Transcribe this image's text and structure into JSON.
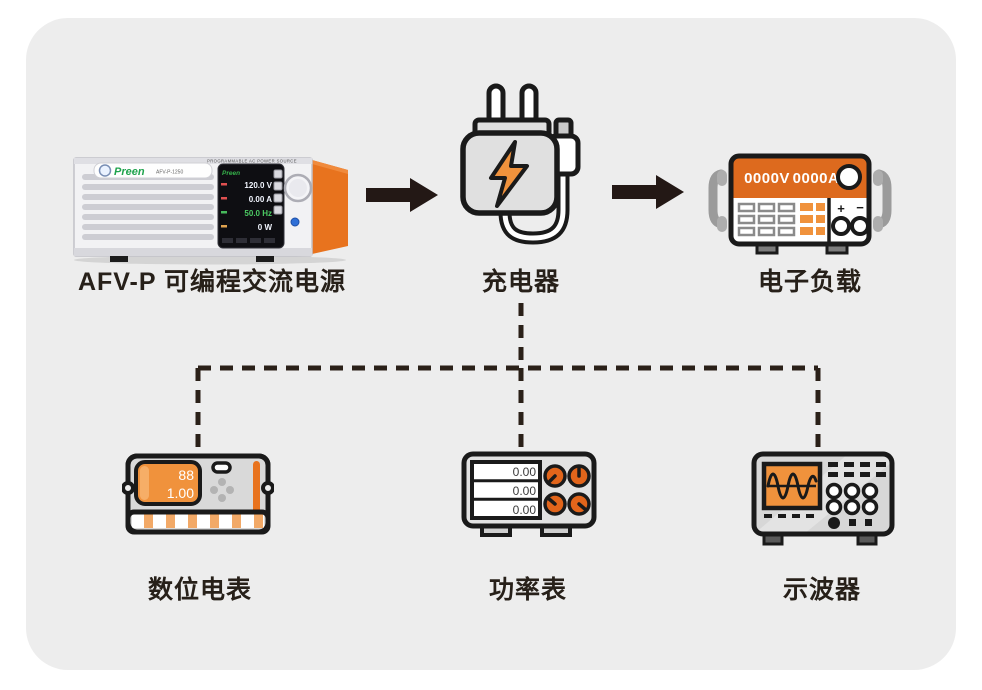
{
  "colors": {
    "card_bg": "#EDEDED",
    "outline_dark": "#231815",
    "orange_strong": "#DD6A1E",
    "orange_light": "#F0923C",
    "text_dark": "#272019"
  },
  "nodes": {
    "power_supply": {
      "label": "AFV-P 可编程交流电源",
      "brand": "Preen",
      "model": "AFV-P-1250",
      "header": "PROGRAMMABLE AC POWER SOURCE",
      "screen_brand": "Preen",
      "rows": [
        "120.0 V",
        "0.00 A",
        "50.0 Hz",
        "0 W"
      ]
    },
    "charger": {
      "label": "充电器"
    },
    "electronic_load": {
      "label": "电子负载",
      "readout_v": "0000V",
      "readout_a": "0000A",
      "plus": "+",
      "minus": "−"
    },
    "multimeter": {
      "label": "数位电表",
      "value_top": "88",
      "value_bottom": "1.00"
    },
    "power_meter": {
      "label": "功率表",
      "rows": [
        "0.00",
        "0.00",
        "0.00"
      ]
    },
    "oscilloscope": {
      "label": "示波器"
    }
  }
}
